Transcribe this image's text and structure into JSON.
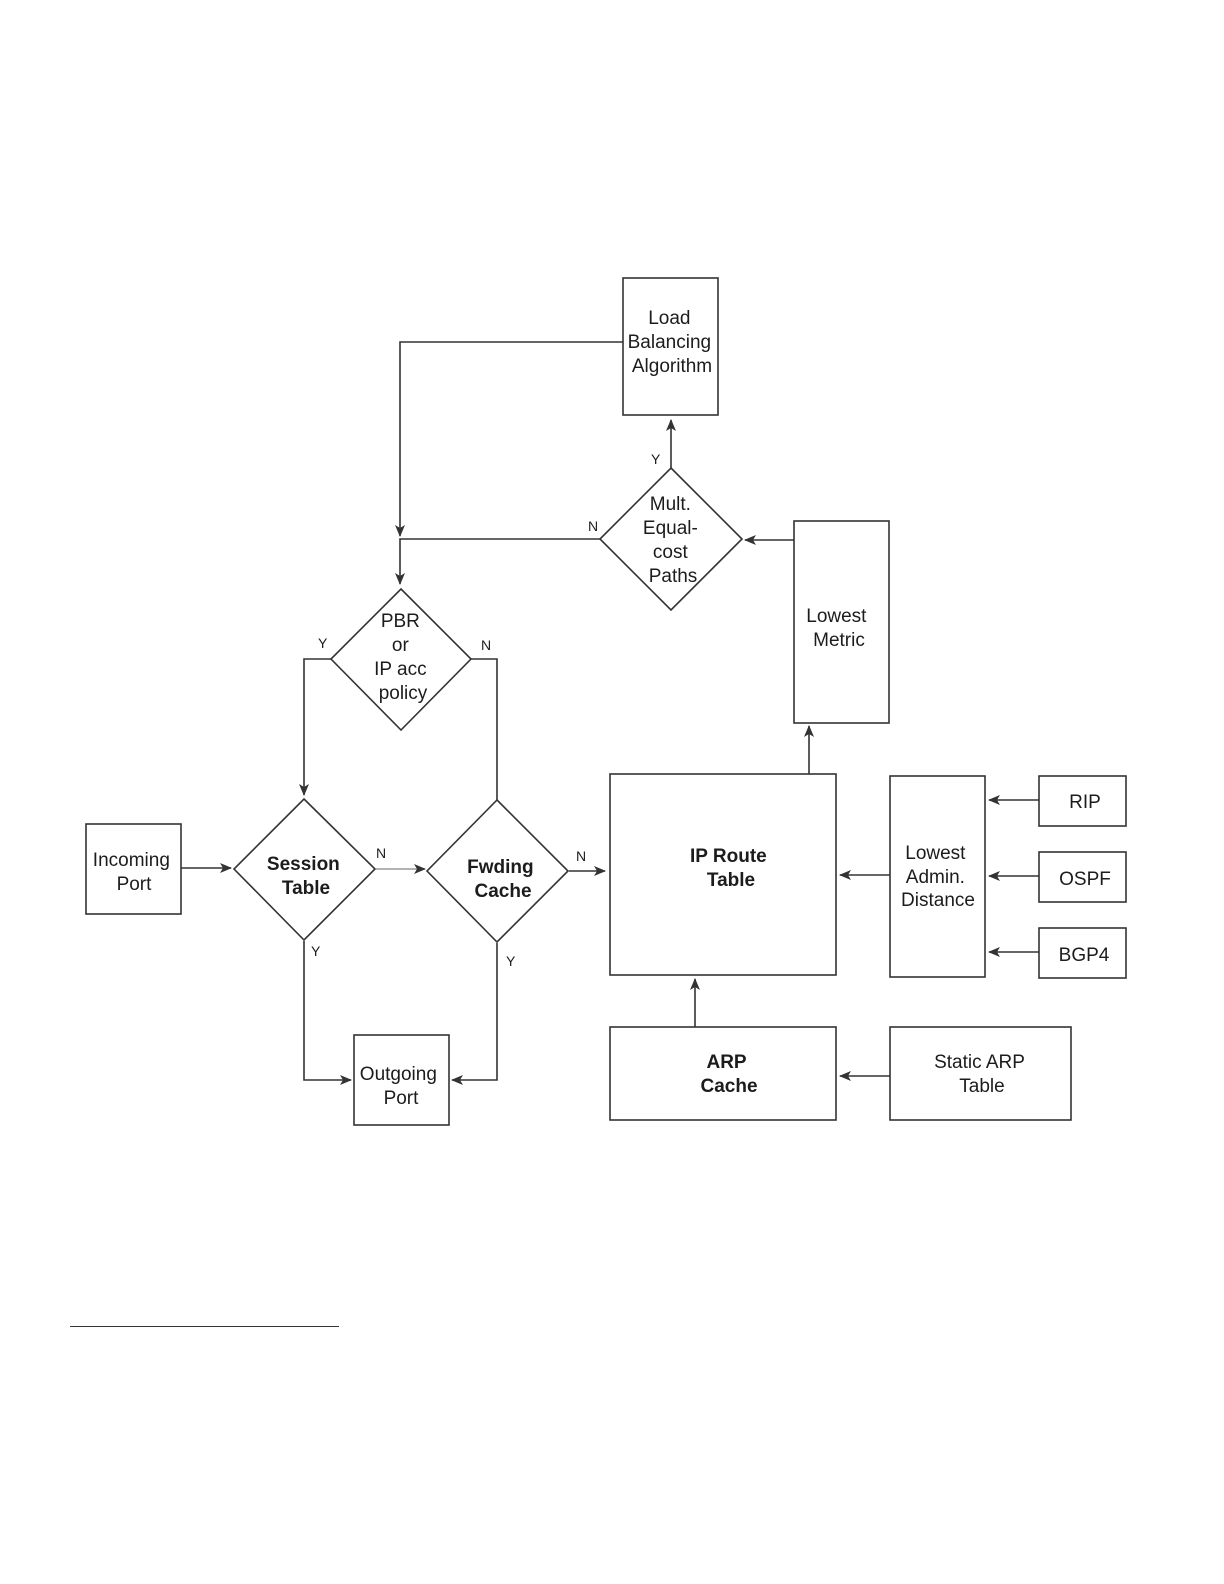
{
  "nodes": {
    "load_balancing": [
      "Load",
      "Balancing",
      "Algorithm"
    ],
    "mult_equal_cost": [
      "Mult.",
      "Equal-",
      "cost",
      "Paths"
    ],
    "lowest_metric": [
      "Lowest",
      "Metric"
    ],
    "pbr": [
      "PBR",
      "or",
      "IP acc",
      "policy"
    ],
    "incoming_port": [
      "Incoming",
      "Port"
    ],
    "session_table": [
      "Session",
      "Table"
    ],
    "fwding_cache": [
      "Fwding",
      "Cache"
    ],
    "ip_route_table": [
      "IP Route",
      "Table"
    ],
    "lowest_admin_distance": [
      "Lowest",
      "Admin.",
      "Distance"
    ],
    "rip": [
      "RIP"
    ],
    "ospf": [
      "OSPF"
    ],
    "bgp4": [
      "BGP4"
    ],
    "outgoing_port": [
      "Outgoing",
      "Port"
    ],
    "arp_cache": [
      "ARP",
      "Cache"
    ],
    "static_arp_table": [
      "Static ARP",
      "Table"
    ]
  },
  "edge_labels": {
    "mult_y": "Y",
    "mult_n": "N",
    "pbr_y": "Y",
    "pbr_n": "N",
    "session_n": "N",
    "session_y": "Y",
    "fwding_n": "N",
    "fwding_y": "Y"
  }
}
